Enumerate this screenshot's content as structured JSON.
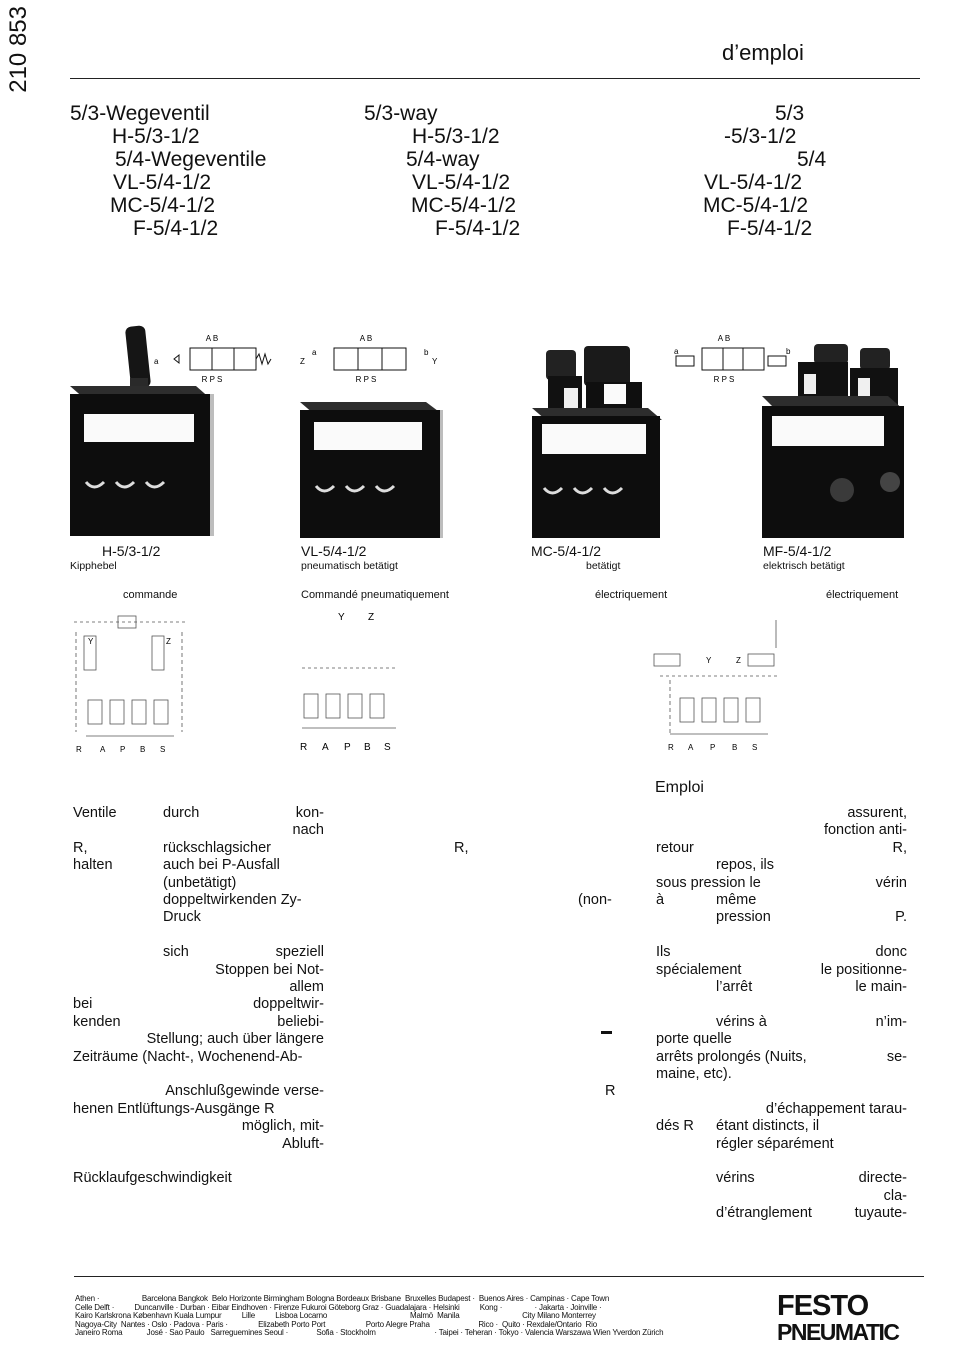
{
  "doc_number": "210 853",
  "header_title": "d’emploi",
  "models": {
    "de": [
      "5/3-Wegeventil",
      "H-5/3-1/2",
      "5/4-Wegeventile",
      "VL-5/4-1/2",
      "MC-5/4-1/2",
      "F-5/4-1/2"
    ],
    "en": [
      "5/3-way",
      "H-5/3-1/2",
      "5/4-way",
      "VL-5/4-1/2",
      "MC-5/4-1/2",
      "F-5/4-1/2"
    ],
    "fr": [
      "5/3",
      "-5/3-1/2",
      "5/4",
      "VL-5/4-1/2",
      "MC-5/4-1/2",
      "F-5/4-1/2"
    ]
  },
  "symbol_ports": {
    "top": "A B",
    "bottom": "R P S",
    "left_pilot": "a",
    "right_pilot": "b",
    "z": "Z",
    "y": "Y"
  },
  "products": [
    {
      "name": "H-5/3-1/2",
      "de": "Kipphebel",
      "fr": "commande"
    },
    {
      "name": "VL-5/4-1/2",
      "de": "pneumatisch betätigt",
      "fr": "Commandé pneumatiquement"
    },
    {
      "name": "MC-5/4-1/2",
      "de": "betätigt",
      "fr": "électriquement"
    },
    {
      "name": "MF-5/4-1/2",
      "de": "elektrisch betätigt",
      "fr": "électriquement"
    }
  ],
  "circuit_labels": {
    "ports_row": [
      "R",
      "A",
      "P",
      "B",
      "S"
    ],
    "y": "Y",
    "z": "Z"
  },
  "emploi_heading": "Emploi",
  "col_de": [
    {
      "l": "Ventile",
      "m": "durch",
      "r": "kon-"
    },
    {
      "l": "",
      "m": "",
      "r": "nach"
    },
    {
      "l": "R,",
      "m": "rückschlagsicher",
      "r": ""
    },
    {
      "l": "halten",
      "m": "auch bei P-Ausfall",
      "r": ""
    },
    {
      "l": "",
      "m": "(unbetätigt)",
      "r": ""
    },
    {
      "l": "",
      "m": "doppeltwirkenden Zy-",
      "r": ""
    },
    {
      "l": "",
      "m": "Druck",
      "r": ""
    },
    {
      "l": "",
      "m": "",
      "r": ""
    },
    {
      "l": "",
      "m": "sich",
      "r": "speziell"
    },
    {
      "l": "",
      "m": "",
      "r": "Stoppen bei Not-"
    },
    {
      "l": "",
      "m": "",
      "r": "allem"
    },
    {
      "l": "bei",
      "m": "",
      "r": "doppeltwir-"
    },
    {
      "l": "kenden",
      "m": "",
      "r": "beliebi-"
    },
    {
      "l": "",
      "m": "",
      "r": "Stellung; auch über längere"
    },
    {
      "l": "Zeiträume (Nacht-, Wochenend-Ab-",
      "m": "",
      "r": ""
    },
    {
      "l": "",
      "m": "",
      "r": ""
    },
    {
      "l": "",
      "m": "",
      "r": "Anschlußgewinde verse-"
    },
    {
      "l": "henen Entlüftungs-Ausgänge R",
      "m": "",
      "r": ""
    },
    {
      "l": "",
      "m": "",
      "r": "möglich, mit-"
    },
    {
      "l": "",
      "m": "",
      "r": "Abluft-"
    },
    {
      "l": "",
      "m": "",
      "r": ""
    },
    {
      "l": "Rücklaufgeschwindigkeit",
      "m": "",
      "r": ""
    }
  ],
  "col_en": [
    {
      "text": "R,",
      "line": 2
    },
    {
      "text": "(non-",
      "line": 5
    },
    {
      "text": "R",
      "line": 16
    }
  ],
  "col_fr": [
    {
      "l": "",
      "m": "",
      "r": "assurent,"
    },
    {
      "l": "",
      "m": "",
      "r": "fonction anti-"
    },
    {
      "l": "retour",
      "m": "",
      "r": "R,"
    },
    {
      "l": "",
      "m": "repos, ils",
      "r": ""
    },
    {
      "l": "sous pression le",
      "m": "",
      "r": "vérin"
    },
    {
      "l": "à",
      "m": "même",
      "r": ""
    },
    {
      "l": "",
      "m": "pression",
      "r": "P."
    },
    {
      "l": "",
      "m": "",
      "r": ""
    },
    {
      "l": "Ils",
      "m": "",
      "r": "donc"
    },
    {
      "l": "spécialement",
      "m": "",
      "r": "le positionne-"
    },
    {
      "l": "",
      "m": "l’arrêt",
      "r": "le main-"
    },
    {
      "l": "",
      "m": "",
      "r": ""
    },
    {
      "l": "",
      "m": "vérins à",
      "r": "n’im-"
    },
    {
      "l": "porte quelle",
      "m": "",
      "r": ""
    },
    {
      "l": "arrêts prolongés (Nuits,",
      "m": "",
      "r": "se-"
    },
    {
      "l": "maine, etc).",
      "m": "",
      "r": ""
    },
    {
      "l": "",
      "m": "",
      "r": ""
    },
    {
      "l": "",
      "m": "",
      "r": "d’échappement tarau-"
    },
    {
      "l": "dés R",
      "m": "étant distincts, il",
      "r": ""
    },
    {
      "l": "",
      "m": "régler séparément",
      "r": ""
    },
    {
      "l": "",
      "m": "",
      "r": ""
    },
    {
      "l": "",
      "m": "vérins",
      "r": "directe-"
    },
    {
      "l": "",
      "m": "",
      "r": "cla-"
    },
    {
      "l": "",
      "m": "d’étranglement",
      "r": "tuyaute-"
    }
  ],
  "footer_lines": [
    "Athen ·                     Barcelona Bangkok  Belo Horizonte Birmingham Bologna Bordeaux Brisbane  Bruxelles Budapest ·  Buenos Aires · Campinas · Cape Town",
    "Celle Delft ·          Duncanville · Durban · Eibar Eindhoven · Firenze Fukuroi Göteborg Graz · Guadalajara · Helsinki          Kong ·                · Jakarta · Joinville ·",
    "Kairo Karlskrona København Kuala Lumpur          Lille          Lisboa Locarno                                         Malmö  Manila                               City Milano Monterrey",
    "Nagoya-City  Nantes · Oslo · Padova · Paris ·               Elizabeth Porto Port                    Porto Alegre Praha                        Rico ·  Quito · Rexdale/Ontario  Rio",
    "Janeiro Roma            José · Sao Paulo   Sarreguemines Seoul ·              Sofia · Stockholm                             · Taipei · Teheran · Tokyo · Valencia Warszawa Wien Yverdon Zürich"
  ],
  "logo": {
    "line1": "FESTO",
    "line2": "PNEUMATIC"
  }
}
